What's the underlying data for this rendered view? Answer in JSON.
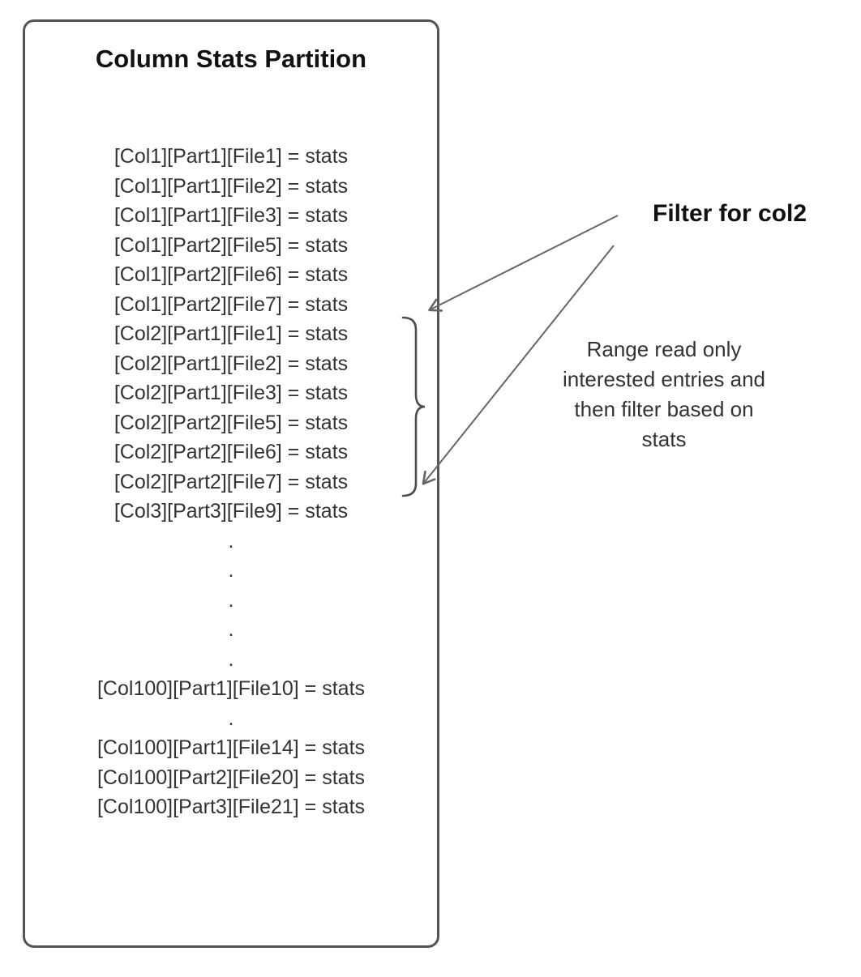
{
  "colors": {
    "box_border": "#545454",
    "text": "#333333",
    "title": "#111111",
    "arrow": "#666666",
    "brace": "#4d4d4d"
  },
  "box": {
    "title": "Column Stats Partition",
    "entries": [
      "[Col1][Part1][File1] = stats",
      "[Col1][Part1][File2] = stats",
      "[Col1][Part1][File3] = stats",
      "[Col1][Part2][File5] = stats",
      "[Col1][Part2][File6] = stats",
      "[Col1][Part2][File7] = stats",
      "[Col2][Part1][File1] = stats",
      "[Col2][Part1][File2] = stats",
      "[Col2][Part1][File3] = stats",
      "[Col2][Part2][File5] = stats",
      "[Col2][Part2][File6] = stats",
      "[Col2][Part2][File7] = stats",
      "[Col3][Part3][File9] = stats",
      ".",
      ".",
      ".",
      ".",
      ".",
      "[Col100][Part1][File10] = stats",
      ".",
      "[Col100][Part1][File14] = stats",
      "[Col100][Part2][File20] = stats",
      "[Col100][Part3][File21] = stats"
    ]
  },
  "annotations": {
    "filter_label": "Filter for col2",
    "note_lines": [
      "Range read only",
      "interested entries and",
      "then filter based on",
      "stats"
    ]
  }
}
